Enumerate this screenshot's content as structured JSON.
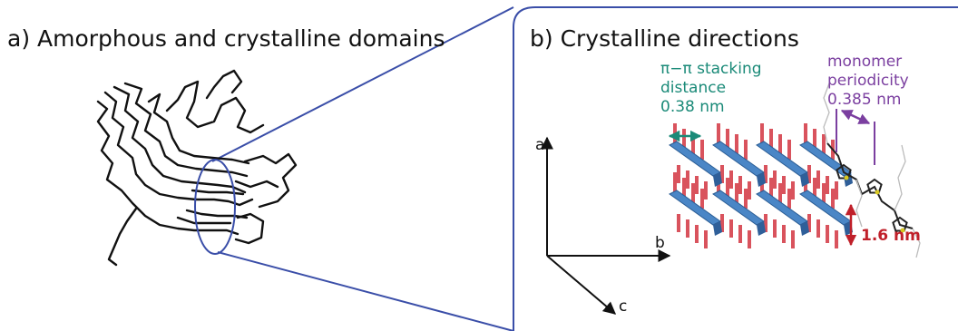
{
  "panel_a": {
    "title": "a) Amorphous and crystalline domains"
  },
  "panel_b": {
    "title": "b) Crystalline directions",
    "pi_stacking": {
      "line1": "π−π stacking",
      "line2": "distance",
      "line3": "0.38 nm"
    },
    "monomer": {
      "line1": "monomer",
      "line2": "periodicity",
      "line3": "0.385 nm"
    },
    "height_label": "1.6 nm",
    "axes": {
      "a": "a",
      "b": "b",
      "c": "c"
    }
  },
  "colors": {
    "zoom_lines": "#3a4ea8",
    "pi_stacking": "#1a8a78",
    "monomer": "#7b3fa0",
    "height": "#c0202a",
    "backbone_plate": "#4a86c6",
    "side_chains": "#d9535d"
  }
}
